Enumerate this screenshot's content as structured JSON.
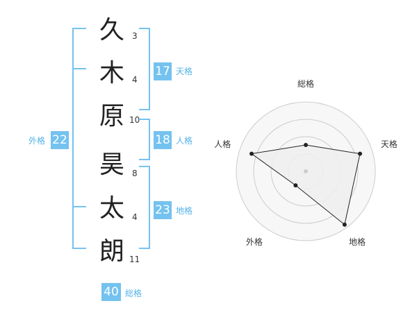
{
  "name": {
    "characters": [
      "久",
      "木",
      "原",
      "昊",
      "太",
      "朗"
    ],
    "strokes": [
      "3",
      "4",
      "10",
      "8",
      "4",
      "11"
    ]
  },
  "kakusu": {
    "tenkaku": {
      "value": "17",
      "label": "天格"
    },
    "jinkaku": {
      "value": "18",
      "label": "人格"
    },
    "chikaku": {
      "value": "23",
      "label": "地格"
    },
    "gaikaku": {
      "value": "22",
      "label": "外格"
    },
    "soukaku": {
      "value": "40",
      "label": "総格"
    }
  },
  "chart_data": {
    "type": "radar",
    "axes": [
      "総格",
      "天格",
      "地格",
      "外格",
      "人格"
    ],
    "values": [
      0.38,
      0.82,
      0.95,
      0.25,
      0.82
    ],
    "rings": 4,
    "colors": {
      "fill": "#eeeeee",
      "stroke": "#222222",
      "ring": "#cccccc",
      "accent": "#74c2ef"
    }
  }
}
